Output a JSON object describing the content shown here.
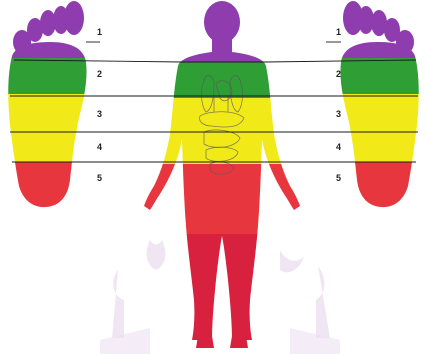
{
  "zones": [
    {
      "number": "1",
      "color": "#8e3cae"
    },
    {
      "number": "2",
      "color": "#2e9e35"
    },
    {
      "number": "3",
      "color": "#f2ea18"
    },
    {
      "number": "4",
      "color": "#f2ea18"
    },
    {
      "number": "5",
      "color": "#e8363f"
    }
  ],
  "body_colors": {
    "head": "#8e3cae",
    "chest": "#2e9e35",
    "torso": "#f2ea18",
    "lower": "#e8363f",
    "legs": "#d8213e"
  },
  "watermark_color": "#ece0f0",
  "line_color": "#1a1a1a",
  "organs_outline_icon": "internal-organs-outline"
}
